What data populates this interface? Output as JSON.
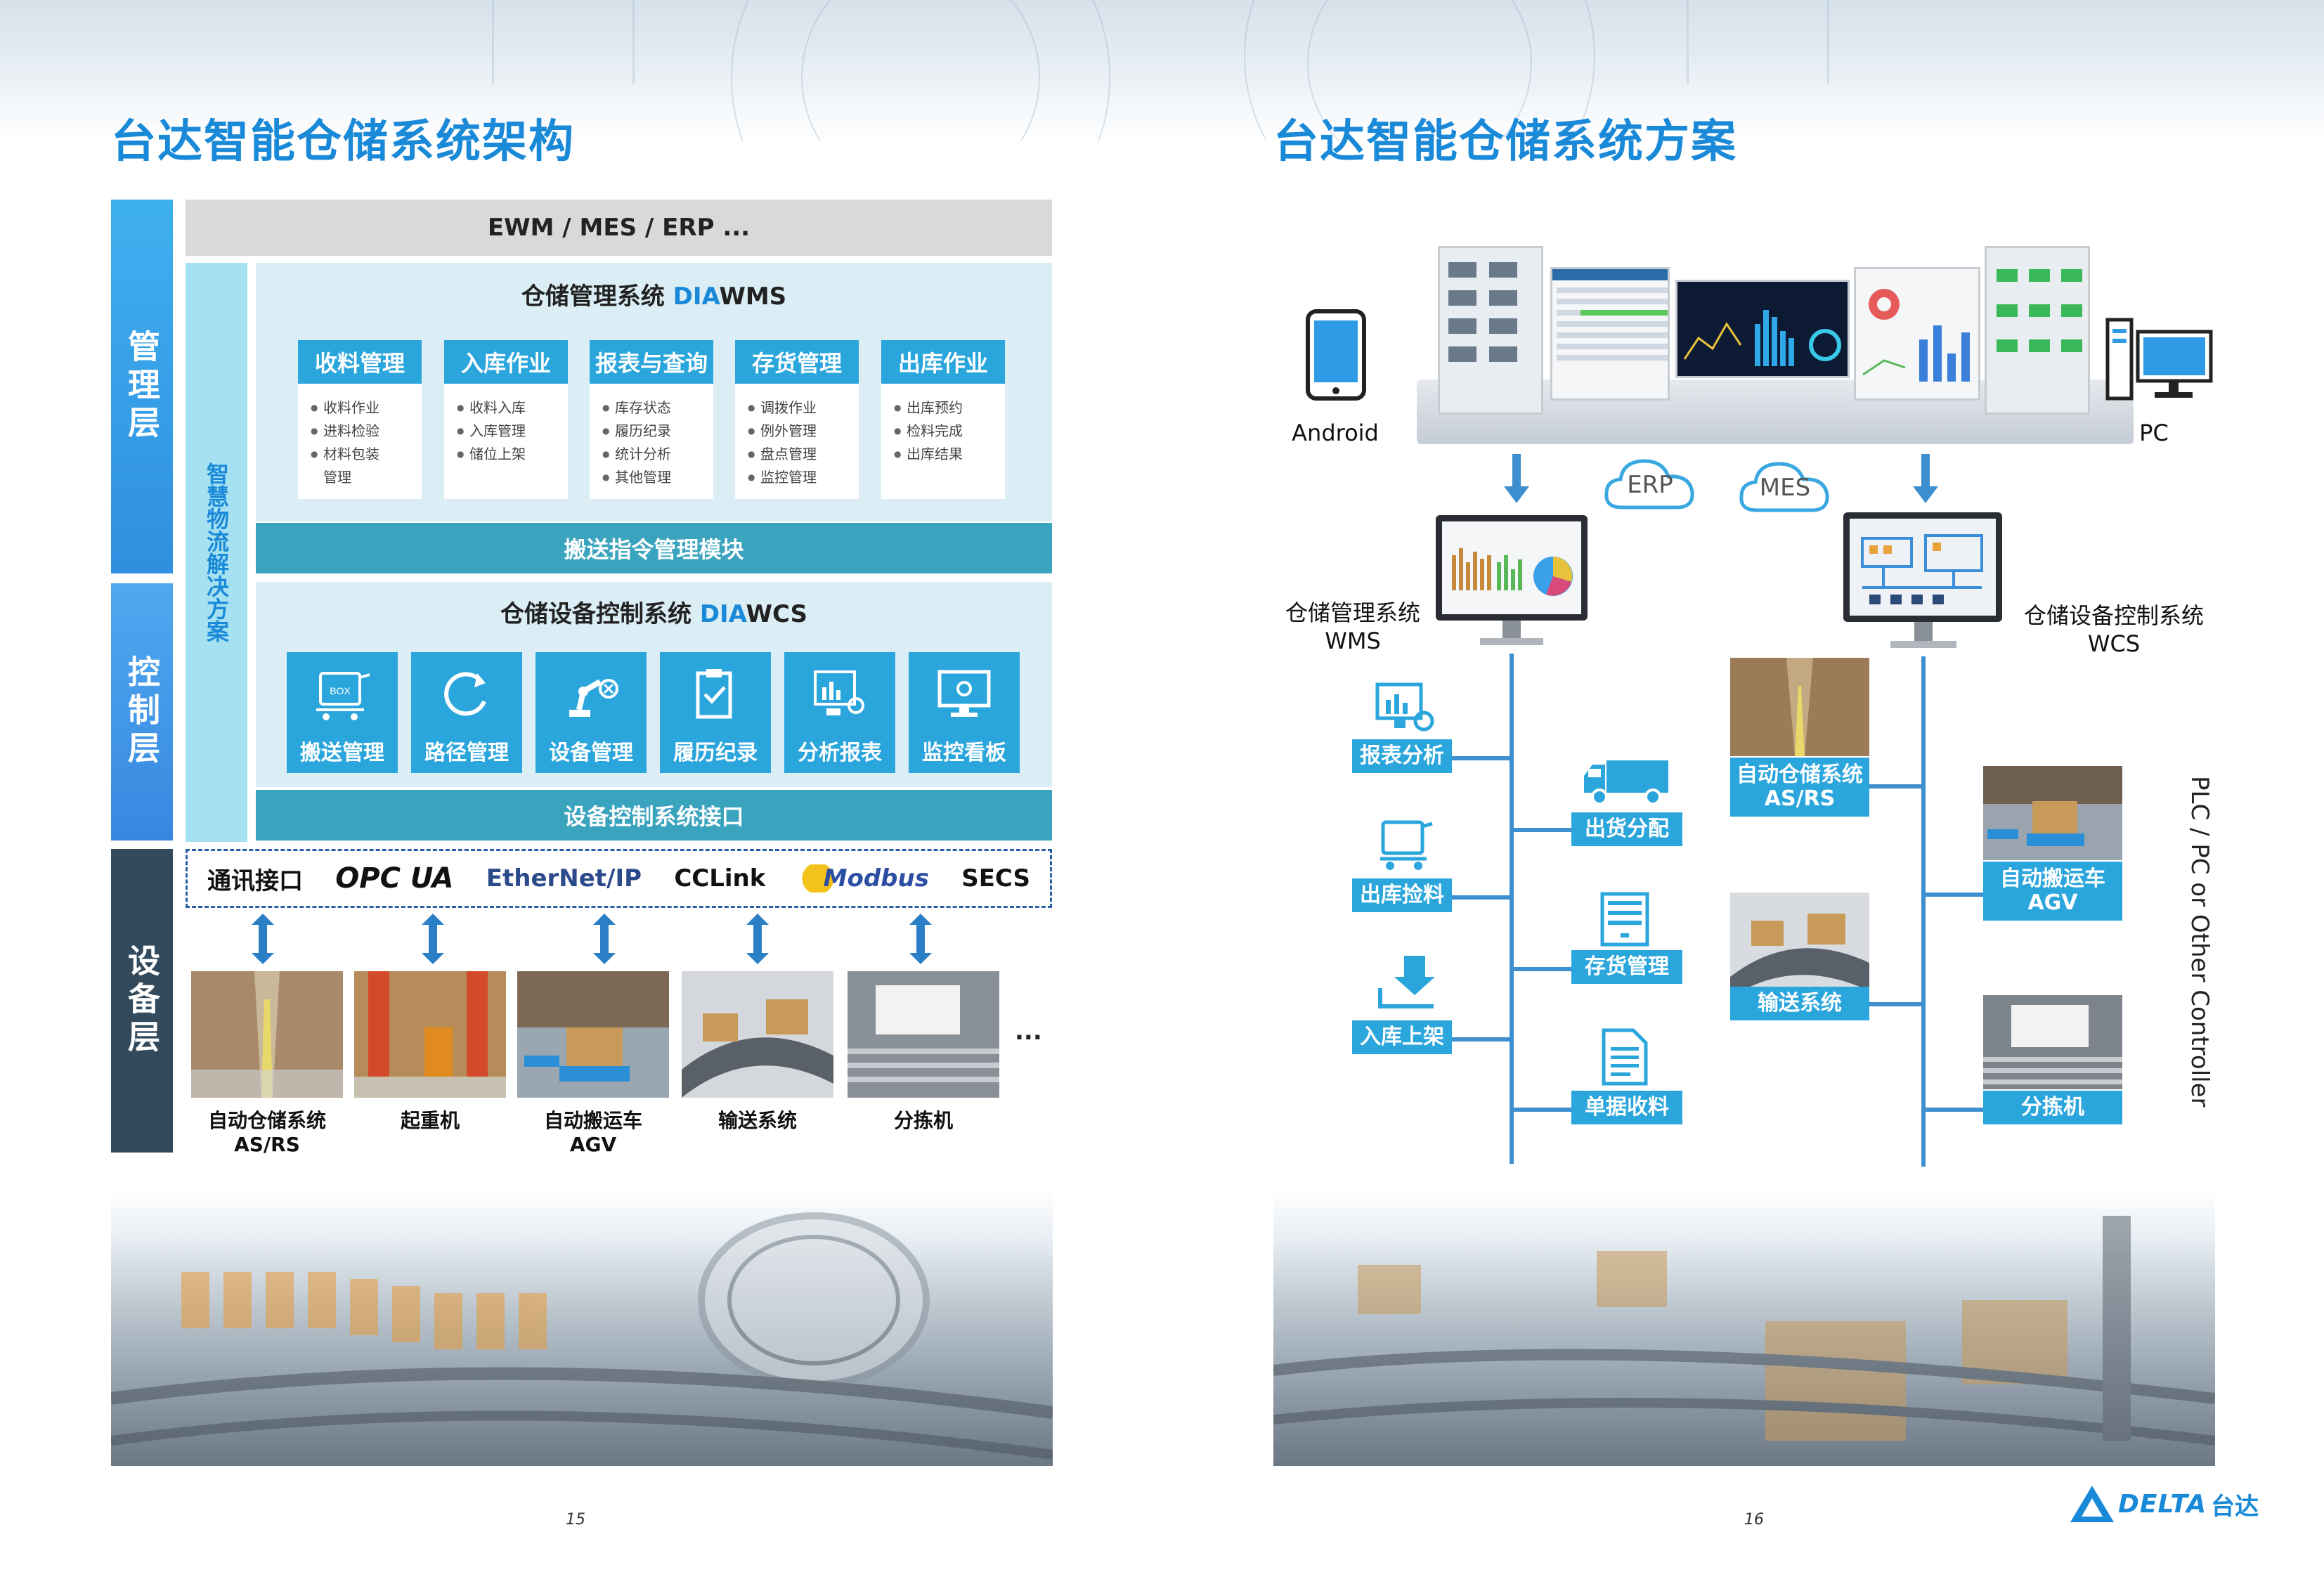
{
  "left_page": {
    "title": "台达智能仓储系统架构",
    "layers": {
      "management": "管理层",
      "control": "控制层",
      "device": "设备层"
    },
    "top_systems": "EWM / MES / ERP ...",
    "smart_logistics": "智慧物流解决方案",
    "wms": {
      "title_prefix": "仓储管理系统 ",
      "title_hl": "DIA",
      "title_suffix": "WMS",
      "modules": [
        {
          "name": "收料管理",
          "items": [
            "收料作业",
            "进料检验",
            "材料包装",
            "管理"
          ]
        },
        {
          "name": "入库作业",
          "items": [
            "收料入库",
            "入库管理",
            "储位上架"
          ]
        },
        {
          "name": "报表与查询",
          "items": [
            "库存状态",
            "履历纪录",
            "统计分析",
            "其他管理"
          ]
        },
        {
          "name": "存货管理",
          "items": [
            "调拨作业",
            "例外管理",
            "盘点管理",
            "监控管理"
          ]
        },
        {
          "name": "出库作业",
          "items": [
            "出库预约",
            "检料完成",
            "出库结果"
          ]
        }
      ],
      "bottom_bar": "搬送指令管理模块"
    },
    "wcs": {
      "title_prefix": "仓储设备控制系统 ",
      "title_hl": "DIA",
      "title_suffix": "WCS",
      "modules": [
        {
          "name": "搬送管理",
          "icon": "box-cart-icon"
        },
        {
          "name": "路径管理",
          "icon": "refresh-route-icon"
        },
        {
          "name": "设备管理",
          "icon": "robot-arm-icon"
        },
        {
          "name": "履历纪录",
          "icon": "clipboard-icon"
        },
        {
          "name": "分析报表",
          "icon": "analytics-icon"
        },
        {
          "name": "监控看板",
          "icon": "monitor-icon"
        }
      ],
      "bottom_bar": "设备控制系统接口"
    },
    "protocols": {
      "label": "通讯接口",
      "items": [
        "OPC UA",
        "EtherNet/IP",
        "CCLink",
        "Modbus",
        "SECS"
      ]
    },
    "devices": [
      {
        "name": "自动仓储系统",
        "sub": "AS/RS"
      },
      {
        "name": "起重机",
        "sub": ""
      },
      {
        "name": "自动搬运车",
        "sub": "AGV"
      },
      {
        "name": "输送系统",
        "sub": ""
      },
      {
        "name": "分拣机",
        "sub": ""
      }
    ],
    "ellipsis": "...",
    "page_number": "15"
  },
  "right_page": {
    "title": "台达智能仓储系统方案",
    "clients": {
      "android": "Android",
      "pc": "PC"
    },
    "clouds": {
      "erp": "ERP",
      "mes": "MES"
    },
    "wms_label": {
      "line1": "仓储管理系统",
      "line2": "WMS"
    },
    "wcs_label": {
      "line1": "仓储设备控制系统",
      "line2": "WCS"
    },
    "wms_functions_left": [
      "报表分析",
      "出库捡料",
      "入库上架"
    ],
    "wms_functions_right": [
      "出货分配",
      "存货管理",
      "单据收料"
    ],
    "wcs_systems_left": [
      {
        "name": "自动仓储系统",
        "sub": "AS/RS"
      },
      {
        "name": "输送系统",
        "sub": ""
      }
    ],
    "wcs_systems_right": [
      {
        "name": "自动搬运车",
        "sub": "AGV"
      },
      {
        "name": "分拣机",
        "sub": ""
      }
    ],
    "plc_label": "PLC / PC or Other Controller",
    "page_number": "16",
    "brand": {
      "logo_text": "DELTA",
      "cn": "台达"
    }
  },
  "colors": {
    "accent_blue": "#1a8ad8",
    "module_blue": "#2ba6dc",
    "teal_bar": "#3aa3be",
    "layer_management": "#3aa0e8",
    "layer_control": "#4a9be6",
    "layer_device": "#334a5c",
    "panel_bg": "#dbeef6",
    "smart_bg": "#a6e1f2"
  }
}
